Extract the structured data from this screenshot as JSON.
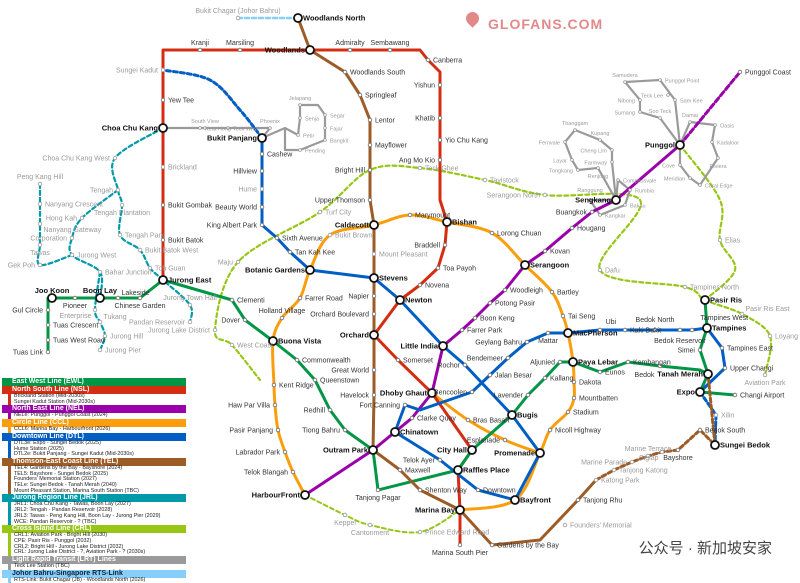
{
  "lines": {
    "ewl": {
      "name": "East West Line (EWL)",
      "color": "#009645"
    },
    "nsl": {
      "name": "North South Line (NSL)",
      "color": "#d42e12"
    },
    "nel": {
      "name": "North East Line (NEL)",
      "color": "#9900aa"
    },
    "ccl": {
      "name": "Circle Line (CCL)",
      "color": "#fa9e0d"
    },
    "dtl": {
      "name": "Downtown Line (DTL)",
      "color": "#005ec4"
    },
    "tel": {
      "name": "Thomson-East Coast Line (TEL)",
      "color": "#9d5b25"
    },
    "jrl": {
      "name": "Jurong Region Line (JRL)",
      "color": "#0099aa"
    },
    "crl": {
      "name": "Cross Island Line (CRL)",
      "color": "#97c616"
    },
    "lrt": {
      "name": "Light Rapid Transit (LRT) Lines",
      "color": "#9a9a9a"
    },
    "rts": {
      "name": "Johor Bahru-Singapore RTS-Link",
      "color": "#87cefa"
    }
  },
  "legend": [
    {
      "line": "ewl",
      "items": []
    },
    {
      "line": "nsl",
      "items": [
        "Brickland Station (Mid-2030s)",
        "Sungei Kadut Station (Mid-2030s)"
      ]
    },
    {
      "line": "nel",
      "items": [
        "NELe: Punggol - Punggol Coast (2024)"
      ]
    },
    {
      "line": "ccl",
      "items": [
        "CCL6: Marina Bay - Harbourfront (2026)"
      ]
    },
    {
      "line": "dtl",
      "items": [
        "DTL3e: Expo - Sungei Bedok (2025)",
        "Hume Station (2025)",
        "DTL2e: Bukit Panjang - Sungei Kadut (Mid-2030s)"
      ]
    },
    {
      "line": "tel",
      "items": [
        "TEL4: Gardens by the Bay - Bayshore (2024)",
        "TEL5: Bayshore - Sungei Bedok (2025)",
        "Founders' Memorial Station (2027)",
        "TELe: Sungei Bedok - Tanah Merah (2040)",
        "Mount Pleasant Station, Marina South Station (TBC)"
      ]
    },
    {
      "line": "jrl",
      "items": [
        "JRL1: Choa Chu Kang - Tawas, Boon Lay (2027)",
        "JRL2: Tengah - Pandan Reservoir (2028)",
        "JRL3: Tawas - Peng Kang Hill, Boon Lay - Jurong Pier (2029)",
        "WCE: Pandan Reservoir - ? (TBC)"
      ]
    },
    {
      "line": "crl",
      "items": [
        "CRL1: Aviation Park - Bright Hill (2030)",
        "CPE: Pasir Ris - Punggol (2032)",
        "CRL2: Bright Hill - Jurong Lake District (2032)",
        "CRL: Jurong Lake District - ?, Aviation Park - ? (2030s)"
      ]
    },
    {
      "line": "lrt",
      "items": [
        "Teck Lee Station (TBC)"
      ]
    },
    {
      "line": "rts",
      "items": [
        "RTS-Link: Bukit Chagar (JB) - Woodlands North (2026)"
      ]
    }
  ],
  "stations": {
    "wdn": "Woodlands North",
    "bkc": "Bukit Chagar (Johor Bahru)",
    "krj": "Kranji",
    "msl": "Marsiling",
    "wdl": "Woodlands",
    "adm": "Admiralty",
    "sbw": "Sembawang",
    "cbr": "Canberra",
    "wds": "Woodlands South",
    "spl": "Springleaf",
    "yis": "Yishun",
    "ltr": "Lentor",
    "ktb": "Khatib",
    "mfl": "Mayflower",
    "yck": "Yio Chu Kang",
    "amk": "Ang Mo Kio",
    "bth": "Bright Hill",
    "upt": "Upper Thomson",
    "cdt": "Caldecott",
    "mrm": "Marymount",
    "bsh": "Bishan",
    "brd": "Braddell",
    "lrc": "Lorong Chuan",
    "tap": "Toa Payoh",
    "srg": "Serangoon",
    "kvn": "Kovan",
    "nov": "Novena",
    "nwt": "Newton",
    "stv": "Stevens",
    "mtp": "Mount Pleasant",
    "npr": "Napier",
    "obv": "Orchard Boulevard",
    "orc": "Orchard",
    "bot": "Botanic Gardens",
    "tkk": "Tan Kah Kee",
    "sxa": "Sixth Avenue",
    "kap": "King Albert Park",
    "btw": "Beauty World",
    "hum": "Hume",
    "hiv": "Hillview",
    "csw": "Cashew",
    "bkp": "Bukit Panjang",
    "cck": "Choa Chu Kang",
    "ytw": "Yew Tee",
    "bgb": "Bukit Gombak",
    "bbt": "Bukit Batok",
    "jur": "Jurong East",
    "cng": "Chinese Garden",
    "lks": "Lakeside",
    "bnl": "Boon Lay",
    "pnr": "Pioneer",
    "jkn": "Joo Koon",
    "gcl": "Gul Circle",
    "tcr": "Tuas Crescent",
    "twr": "Tuas West Road",
    "tlk": "Tuas Link",
    "cle": "Clementi",
    "dov": "Dover",
    "bnv": "Buona Vista",
    "frd": "Farrer Road",
    "hlv": "Holland Village",
    "cwt": "Commonwealth",
    "qtn": "Queenstown",
    "rdh": "Redhill",
    "krg": "Kent Ridge",
    "hpv": "Haw Par Villa",
    "ppj": "Pasir Panjang",
    "lbd": "Labrador Park",
    "tlb": "Telok Blangah",
    "hbf": "HarbourFront",
    "tib": "Tiong Bahru",
    "otp": "Outram Park",
    "gwd": "Great World",
    "hvl": "Havelock",
    "som": "Somerset",
    "dby": "Dhoby Ghaut",
    "lti": "Little India",
    "fpk": "Farrer Park",
    "bkg": "Boon Keng",
    "ptp": "Potong Pasir",
    "wlh": "Woodleigh",
    "bly": "Bartley",
    "tse": "Tai Seng",
    "rch": "Rochor",
    "fcn": "Fort Canning",
    "clq": "Clarke Quay",
    "chn": "Chinatown",
    "bcl": "Bencoolen",
    "jlb": "Jalan Besar",
    "bdm": "Bendemeer",
    "glb": "Geylang Bahru",
    "mtr": "Mattar",
    "mps": "MacPherson",
    "bbs": "Bras Basah",
    "bgs": "Bugis",
    "lvr": "Lavender",
    "kal": "Kallang",
    "alj": "Aljunied",
    "pyl": "Paya Lebar",
    "dkt": "Dakota",
    "mbt": "Mountbatten",
    "std": "Stadium",
    "ncl": "Nicoll Highway",
    "prm": "Promenade",
    "esp": "Esplanade",
    "cth": "City Hall",
    "raf": "Raffles Place",
    "tka": "Telok Ayer",
    "mxw": "Maxwell",
    "tgp": "Tanjong Pagar",
    "shw": "Shenton Way",
    "dtn": "Downtown",
    "bfr": "Bayfront",
    "mrb": "Marina Bay",
    "msp": "Marina South Pier",
    "gbb": "Gardens by the Bay",
    "ubi": "Ubi",
    "kbt": "Kaki Bukit",
    "bdn": "Bedok North",
    "bdr": "Bedok Reservoir",
    "tpw": "Tampines West",
    "tam": "Tampines",
    "psr": "Pasir Ris",
    "sim": "Simei",
    "tpe": "Tampines East",
    "eun": "Eunos",
    "kem": "Kembangan",
    "bdk": "Bedok",
    "tnm": "Tanah Merah",
    "upc": "Upper Changi",
    "exp": "Expo",
    "cga": "Changi Airport",
    "hgn": "Hougang",
    "bgk": "Buangkok",
    "skg": "Sengkang",
    "pgl": "Punggol",
    "pgc": "Punggol Coast",
    "tjr": "Tanjong Rhu",
    "ktp": "Katong Park",
    "tjk": "Tanjong Katong",
    "mpd": "Marine Parade",
    "mtc": "Marine Terrace",
    "sgl": "Siglap",
    "bys": "Bayshore",
    "bds": "Bedok South",
    "skb": "Sungei Bedok",
    "xln": "Xilin",
    "ccw": "Choa Chu Kang West",
    "teh": "Tengah",
    "hgk": "Hong Kah",
    "cpn": "Corporation",
    "jrw": "Jurong West",
    "gkp": "Gek Poh",
    "tws": "Tawas",
    "nyg": "Nanyang Gateway",
    "nyc": "Nanyang Crescent",
    "pkh": "Peng Kang Hill",
    "bhj": "Bahar Junction",
    "tpl": "Tengah Plantation",
    "tpk": "Tengah Park",
    "bbw": "Bukit Batok West",
    "tgn": "Toh Guan",
    "jth": "Jurong Town Hall",
    "pdr": "Pandan Reservoir",
    "ent": "Enterprise",
    "tkg": "Tukang",
    "jrh": "Jurong Hill",
    "jrp": "Jurong Pier",
    "skd": "Sungei Kadut",
    "bkl": "Brickland",
    "tfc": "Turf City",
    "maj": "Maju",
    "wcs": "West Coast",
    "kpl": "Keppel",
    "cnt": "Cantonment",
    "per": "Prince Edward Road",
    "fdm": "Founders' Memorial",
    "tvs": "Tavistock",
    "tgh": "Teck Ghee",
    "bkb": "Bukit Brown",
    "srn": "Serangoon North",
    "eli": "Elias",
    "dfu": "Dafu",
    "tpn": "Tampines North",
    "pre": "Pasir Ris East",
    "lyg": "Loyang",
    "avp": "Aviation Park",
    "jld": "Jurong Lake District",
    "phx": "Phoenix",
    "swv": "South View",
    "kth": "Keat Hong",
    "twh": "Teck Whye",
    "snj": "Senja",
    "jlp": "Jelapang",
    "sgr": "Segar",
    "fjr": "Fajar",
    "bkt": "Bangkit",
    "pnd": "Pending",
    "ptr": "Petir",
    "cpv": "Compassvale",
    "rmb": "Rumbia",
    "bku": "Bakau",
    "kgk": "Kangkar",
    "rgg": "Ranggung",
    "chl": "Cheng Lim",
    "fmw": "Farmway",
    "kpg": "Kupang",
    "thg": "Thanggam",
    "fnv": "Fernvale",
    "lyr": "Layar",
    "tgk": "Tongkang",
    "rjg": "Renjong",
    "cov": "Cove",
    "mrd": "Meridian",
    "cre": "Coral Edge",
    "rvr": "Riviera",
    "kdl": "Kadaloor",
    "oas": "Oasis",
    "dmi": "Damai",
    "smk": "Sam Kee",
    "tkl": "Teck Lee",
    "ppt": "Punggol Point",
    "smd": "Samudera",
    "nbg": "Nibong",
    "smg": "Sumang",
    "stk": "Soo Teck"
  },
  "watermark": "GLOFANS.COM",
  "credit": "公众号 · 新加坡安家"
}
